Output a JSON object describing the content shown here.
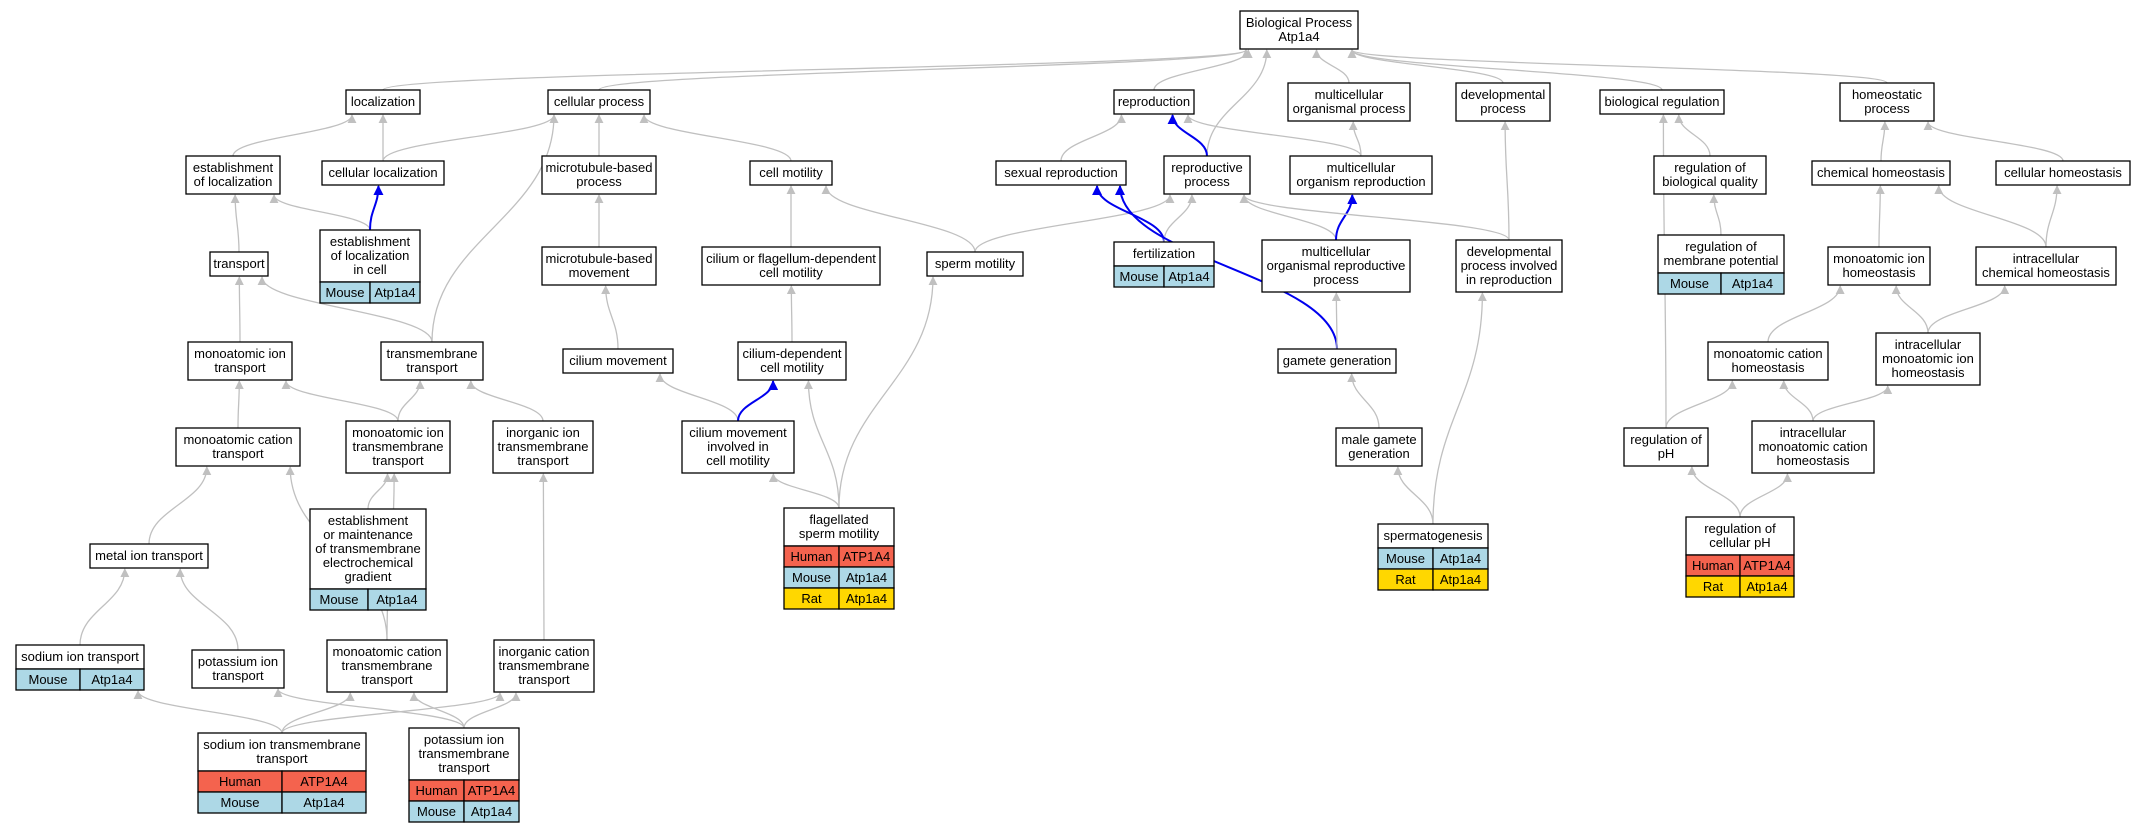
{
  "colors": {
    "Human": "#f4634e",
    "Mouse": "#add8e6",
    "Rat": "#ffd700",
    "edge": "#c0c0c0",
    "edge_highlight": "#0000ee"
  },
  "nodes": [
    {
      "id": "bp",
      "lines": [
        "Biological Process",
        "Atp1a4"
      ]
    },
    {
      "id": "localization",
      "lines": [
        "localization"
      ]
    },
    {
      "id": "cellular_process",
      "lines": [
        "cellular process"
      ]
    },
    {
      "id": "reproduction",
      "lines": [
        "reproduction"
      ]
    },
    {
      "id": "multicellular_organismal_process",
      "lines": [
        "multicellular",
        "organismal process"
      ]
    },
    {
      "id": "developmental_process",
      "lines": [
        "developmental",
        "process"
      ]
    },
    {
      "id": "biological_regulation",
      "lines": [
        "biological regulation"
      ]
    },
    {
      "id": "homeostatic_process",
      "lines": [
        "homeostatic",
        "process"
      ]
    },
    {
      "id": "establishment_of_localization",
      "lines": [
        "establishment",
        "of localization"
      ]
    },
    {
      "id": "cellular_localization",
      "lines": [
        "cellular localization"
      ]
    },
    {
      "id": "microtubule_based_process",
      "lines": [
        "microtubule-based",
        "process"
      ]
    },
    {
      "id": "cell_motility",
      "lines": [
        "cell motility"
      ]
    },
    {
      "id": "sexual_reproduction",
      "lines": [
        "sexual reproduction"
      ]
    },
    {
      "id": "reproductive_process",
      "lines": [
        "reproductive",
        "process"
      ]
    },
    {
      "id": "multicellular_organism_reproduction",
      "lines": [
        "multicellular",
        "organism reproduction"
      ]
    },
    {
      "id": "regulation_of_biological_quality",
      "lines": [
        "regulation of",
        "biological quality"
      ]
    },
    {
      "id": "chemical_homeostasis",
      "lines": [
        "chemical homeostasis"
      ]
    },
    {
      "id": "cellular_homeostasis",
      "lines": [
        "cellular homeostasis"
      ]
    },
    {
      "id": "transport",
      "lines": [
        "transport"
      ]
    },
    {
      "id": "establishment_of_localization_in_cell",
      "lines": [
        "establishment",
        "of localization",
        "in cell"
      ],
      "genes": [
        [
          "Mouse",
          "Atp1a4"
        ]
      ]
    },
    {
      "id": "microtubule_based_movement",
      "lines": [
        "microtubule-based",
        "movement"
      ]
    },
    {
      "id": "cilium_or_flagellum_dependent_cell_motility",
      "lines": [
        "cilium or flagellum-dependent",
        "cell motility"
      ]
    },
    {
      "id": "sperm_motility",
      "lines": [
        "sperm motility"
      ]
    },
    {
      "id": "fertilization",
      "lines": [
        "fertilization"
      ],
      "genes": [
        [
          "Mouse",
          "Atp1a4"
        ]
      ]
    },
    {
      "id": "multicellular_organismal_reproductive_process",
      "lines": [
        "multicellular",
        "organismal reproductive",
        "process"
      ]
    },
    {
      "id": "developmental_process_involved_in_reproduction",
      "lines": [
        "developmental",
        "process involved",
        "in reproduction"
      ]
    },
    {
      "id": "regulation_of_membrane_potential",
      "lines": [
        "regulation of",
        "membrane potential"
      ],
      "genes": [
        [
          "Mouse",
          "Atp1a4"
        ]
      ]
    },
    {
      "id": "monoatomic_ion_homeostasis",
      "lines": [
        "monoatomic ion",
        "homeostasis"
      ]
    },
    {
      "id": "intracellular_chemical_homeostasis",
      "lines": [
        "intracellular",
        "chemical homeostasis"
      ]
    },
    {
      "id": "monoatomic_ion_transport",
      "lines": [
        "monoatomic ion",
        "transport"
      ]
    },
    {
      "id": "transmembrane_transport",
      "lines": [
        "transmembrane",
        "transport"
      ]
    },
    {
      "id": "cilium_movement",
      "lines": [
        "cilium movement"
      ]
    },
    {
      "id": "cilium_dependent_cell_motility",
      "lines": [
        "cilium-dependent",
        "cell motility"
      ]
    },
    {
      "id": "gamete_generation",
      "lines": [
        "gamete generation"
      ]
    },
    {
      "id": "monoatomic_cation_homeostasis",
      "lines": [
        "monoatomic cation",
        "homeostasis"
      ]
    },
    {
      "id": "intracellular_monoatomic_ion_homeostasis",
      "lines": [
        "intracellular",
        "monoatomic ion",
        "homeostasis"
      ]
    },
    {
      "id": "monoatomic_cation_transport",
      "lines": [
        "monoatomic cation",
        "transport"
      ]
    },
    {
      "id": "monoatomic_ion_transmembrane_transport",
      "lines": [
        "monoatomic ion",
        "transmembrane",
        "transport"
      ]
    },
    {
      "id": "inorganic_ion_transmembrane_transport",
      "lines": [
        "inorganic ion",
        "transmembrane",
        "transport"
      ]
    },
    {
      "id": "cilium_movement_involved_in_cell_motility",
      "lines": [
        "cilium movement",
        "involved in",
        "cell motility"
      ]
    },
    {
      "id": "male_gamete_generation",
      "lines": [
        "male gamete",
        "generation"
      ]
    },
    {
      "id": "regulation_of_ph",
      "lines": [
        "regulation of",
        "pH"
      ]
    },
    {
      "id": "intracellular_monoatomic_cation_homeostasis",
      "lines": [
        "intracellular",
        "monoatomic cation",
        "homeostasis"
      ]
    },
    {
      "id": "metal_ion_transport",
      "lines": [
        "metal ion transport"
      ]
    },
    {
      "id": "establishment_or_maintenance_of_transmembrane_electrochemical_gradient",
      "lines": [
        "establishment",
        "or maintenance",
        "of transmembrane",
        "electrochemical",
        "gradient"
      ],
      "genes": [
        [
          "Mouse",
          "Atp1a4"
        ]
      ]
    },
    {
      "id": "flagellated_sperm_motility",
      "lines": [
        "flagellated",
        "sperm motility"
      ],
      "genes": [
        [
          "Human",
          "ATP1A4"
        ],
        [
          "Mouse",
          "Atp1a4"
        ],
        [
          "Rat",
          "Atp1a4"
        ]
      ]
    },
    {
      "id": "spermatogenesis",
      "lines": [
        "spermatogenesis"
      ],
      "genes": [
        [
          "Mouse",
          "Atp1a4"
        ],
        [
          "Rat",
          "Atp1a4"
        ]
      ]
    },
    {
      "id": "regulation_of_cellular_ph",
      "lines": [
        "regulation of",
        "cellular pH"
      ],
      "genes": [
        [
          "Human",
          "ATP1A4"
        ],
        [
          "Rat",
          "Atp1a4"
        ]
      ]
    },
    {
      "id": "sodium_ion_transport",
      "lines": [
        "sodium ion transport"
      ],
      "genes": [
        [
          "Mouse",
          "Atp1a4"
        ]
      ]
    },
    {
      "id": "potassium_ion_transport",
      "lines": [
        "potassium ion",
        "transport"
      ]
    },
    {
      "id": "monoatomic_cation_transmembrane_transport",
      "lines": [
        "monoatomic cation",
        "transmembrane",
        "transport"
      ]
    },
    {
      "id": "inorganic_cation_transmembrane_transport",
      "lines": [
        "inorganic cation",
        "transmembrane",
        "transport"
      ]
    },
    {
      "id": "sodium_ion_transmembrane_transport",
      "lines": [
        "sodium ion transmembrane",
        "transport"
      ],
      "genes": [
        [
          "Human",
          "ATP1A4"
        ],
        [
          "Mouse",
          "Atp1a4"
        ]
      ]
    },
    {
      "id": "potassium_ion_transmembrane_transport",
      "lines": [
        "potassium ion",
        "transmembrane",
        "transport"
      ],
      "genes": [
        [
          "Human",
          "ATP1A4"
        ],
        [
          "Mouse",
          "Atp1a4"
        ]
      ]
    }
  ],
  "edges": [
    [
      "localization",
      "bp"
    ],
    [
      "cellular_process",
      "bp"
    ],
    [
      "reproduction",
      "bp"
    ],
    [
      "multicellular_organismal_process",
      "bp"
    ],
    [
      "developmental_process",
      "bp"
    ],
    [
      "biological_regulation",
      "bp"
    ],
    [
      "homeostatic_process",
      "bp"
    ],
    [
      "reproductive_process",
      "bp"
    ],
    [
      "establishment_of_localization",
      "localization"
    ],
    [
      "cellular_localization",
      "localization"
    ],
    [
      "cellular_localization",
      "cellular_process"
    ],
    [
      "microtubule_based_process",
      "cellular_process"
    ],
    [
      "cell_motility",
      "cellular_process"
    ],
    [
      "transmembrane_transport",
      "cellular_process"
    ],
    [
      "sexual_reproduction",
      "reproduction"
    ],
    [
      "reproductive_process",
      "reproduction",
      "blue"
    ],
    [
      "multicellular_organism_reproduction",
      "reproduction"
    ],
    [
      "multicellular_organism_reproduction",
      "multicellular_organismal_process"
    ],
    [
      "developmental_process_involved_in_reproduction",
      "developmental_process"
    ],
    [
      "regulation_of_biological_quality",
      "biological_regulation"
    ],
    [
      "regulation_of_ph",
      "biological_regulation"
    ],
    [
      "chemical_homeostasis",
      "homeostatic_process"
    ],
    [
      "cellular_homeostasis",
      "homeostatic_process"
    ],
    [
      "transport",
      "establishment_of_localization"
    ],
    [
      "establishment_of_localization_in_cell",
      "establishment_of_localization"
    ],
    [
      "establishment_of_localization_in_cell",
      "cellular_localization",
      "blue"
    ],
    [
      "microtubule_based_movement",
      "microtubule_based_process"
    ],
    [
      "cilium_or_flagellum_dependent_cell_motility",
      "cell_motility"
    ],
    [
      "sperm_motility",
      "cell_motility"
    ],
    [
      "sperm_motility",
      "reproductive_process"
    ],
    [
      "fertilization",
      "sexual_reproduction",
      "blue"
    ],
    [
      "fertilization",
      "reproductive_process"
    ],
    [
      "multicellular_organismal_reproductive_process",
      "reproductive_process"
    ],
    [
      "multicellular_organismal_reproductive_process",
      "multicellular_organism_reproduction",
      "blue"
    ],
    [
      "developmental_process_involved_in_reproduction",
      "reproductive_process"
    ],
    [
      "regulation_of_membrane_potential",
      "regulation_of_biological_quality"
    ],
    [
      "monoatomic_ion_homeostasis",
      "chemical_homeostasis"
    ],
    [
      "intracellular_chemical_homeostasis",
      "chemical_homeostasis"
    ],
    [
      "intracellular_chemical_homeostasis",
      "cellular_homeostasis"
    ],
    [
      "monoatomic_ion_transport",
      "transport"
    ],
    [
      "transmembrane_transport",
      "transport"
    ],
    [
      "cilium_movement",
      "microtubule_based_movement"
    ],
    [
      "cilium_dependent_cell_motility",
      "cilium_or_flagellum_dependent_cell_motility"
    ],
    [
      "gamete_generation",
      "sexual_reproduction",
      "blue"
    ],
    [
      "gamete_generation",
      "multicellular_organismal_reproductive_process"
    ],
    [
      "monoatomic_cation_homeostasis",
      "monoatomic_ion_homeostasis"
    ],
    [
      "intracellular_monoatomic_ion_homeostasis",
      "monoatomic_ion_homeostasis"
    ],
    [
      "intracellular_monoatomic_ion_homeostasis",
      "intracellular_chemical_homeostasis"
    ],
    [
      "monoatomic_cation_transport",
      "monoatomic_ion_transport"
    ],
    [
      "monoatomic_ion_transmembrane_transport",
      "monoatomic_ion_transport"
    ],
    [
      "monoatomic_ion_transmembrane_transport",
      "transmembrane_transport"
    ],
    [
      "inorganic_ion_transmembrane_transport",
      "transmembrane_transport"
    ],
    [
      "cilium_movement_involved_in_cell_motility",
      "cilium_movement"
    ],
    [
      "cilium_movement_involved_in_cell_motility",
      "cilium_dependent_cell_motility",
      "blue"
    ],
    [
      "male_gamete_generation",
      "gamete_generation"
    ],
    [
      "regulation_of_ph",
      "monoatomic_cation_homeostasis"
    ],
    [
      "intracellular_monoatomic_cation_homeostasis",
      "monoatomic_cation_homeostasis"
    ],
    [
      "intracellular_monoatomic_cation_homeostasis",
      "intracellular_monoatomic_ion_homeostasis"
    ],
    [
      "metal_ion_transport",
      "monoatomic_cation_transport"
    ],
    [
      "establishment_or_maintenance_of_transmembrane_electrochemical_gradient",
      "monoatomic_ion_transmembrane_transport"
    ],
    [
      "flagellated_sperm_motility",
      "cilium_movement_involved_in_cell_motility"
    ],
    [
      "flagellated_sperm_motility",
      "cilium_dependent_cell_motility"
    ],
    [
      "flagellated_sperm_motility",
      "sperm_motility"
    ],
    [
      "spermatogenesis",
      "male_gamete_generation"
    ],
    [
      "spermatogenesis",
      "developmental_process_involved_in_reproduction"
    ],
    [
      "regulation_of_cellular_ph",
      "regulation_of_ph"
    ],
    [
      "regulation_of_cellular_ph",
      "intracellular_monoatomic_cation_homeostasis"
    ],
    [
      "sodium_ion_transport",
      "metal_ion_transport"
    ],
    [
      "potassium_ion_transport",
      "metal_ion_transport"
    ],
    [
      "monoatomic_cation_transmembrane_transport",
      "monoatomic_cation_transport"
    ],
    [
      "monoatomic_cation_transmembrane_transport",
      "monoatomic_ion_transmembrane_transport"
    ],
    [
      "inorganic_cation_transmembrane_transport",
      "inorganic_ion_transmembrane_transport"
    ],
    [
      "sodium_ion_transmembrane_transport",
      "sodium_ion_transport"
    ],
    [
      "sodium_ion_transmembrane_transport",
      "monoatomic_cation_transmembrane_transport"
    ],
    [
      "sodium_ion_transmembrane_transport",
      "inorganic_cation_transmembrane_transport"
    ],
    [
      "potassium_ion_transmembrane_transport",
      "potassium_ion_transport"
    ],
    [
      "potassium_ion_transmembrane_transport",
      "monoatomic_cation_transmembrane_transport"
    ],
    [
      "potassium_ion_transmembrane_transport",
      "inorganic_cation_transmembrane_transport"
    ]
  ]
}
